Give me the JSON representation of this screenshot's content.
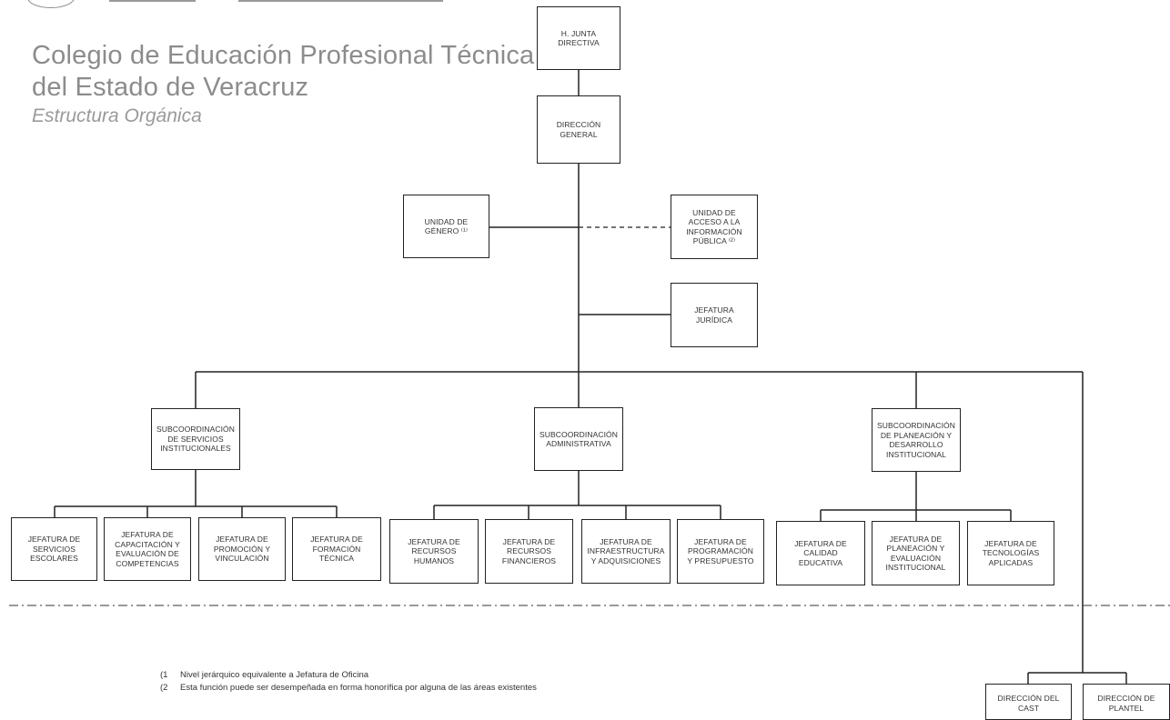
{
  "header": {
    "title_line1": "Colegio de Educación Profesional Técnica",
    "title_line2": "del Estado de Veracruz",
    "subtitle": "Estructura Orgánica"
  },
  "boxes": {
    "junta": "H. JUNTA\nDIRECTIVA",
    "direccion_general": "DIRECCIÓN\nGENERAL",
    "genero": "UNIDAD DE\nGÉNERO ⁽¹⁾",
    "acceso": "UNIDAD DE\nACCESO A LA\nINFORMACIÓN\nPÚBLICA ⁽²⁾",
    "juridica": "JEFATURA\nJURÍDICA",
    "sub_servicios": "SUBCOORDINACIÓN\nDE SERVICIOS\nINSTITUCIONALES",
    "sub_admin": "SUBCOORDINACIÓN\nADMINISTRATIVA",
    "sub_planeacion": "SUBCOORDINACIÓN\nDE PLANEACIÓN Y\nDESARROLLO\nINSTITUCIONAL",
    "j_escolares": "JEFATURA DE\nSERVICIOS\nESCOLARES",
    "j_capacitacion": "JEFATURA DE\nCAPACITACIÓN Y\nEVALUACIÓN DE\nCOMPETENCIAS",
    "j_promocion": "JEFATURA DE\nPROMOCIÓN Y\nVINCULACIÓN",
    "j_formacion": "JEFATURA DE\nFORMACIÓN\nTÉCNICA",
    "j_humanos": "JEFATURA DE\nRECURSOS\nHUMANOS",
    "j_financieros": "JEFATURA DE\nRECURSOS\nFINANCIEROS",
    "j_infra": "JEFATURA DE\nINFRAESTRUCTURA\nY ADQUISICIONES",
    "j_programacion": "JEFATURA DE\nPROGRAMACIÓN\nY PRESUPUESTO",
    "j_calidad": "JEFATURA DE\nCALIDAD\nEDUCATIVA",
    "j_planeacion": "JEFATURA DE\nPLANEACIÓN Y\nEVALUACIÓN\nINSTITUCIONAL",
    "j_tecnologias": "JEFATURA DE\nTECNOLOGÍAS\nAPLICADAS",
    "d_cast": "DIRECCIÓN DEL\nCAST",
    "d_plantel": "DIRECCIÓN DE\nPLANTEL"
  },
  "footnotes": [
    {
      "marker": "(1",
      "text": "Nivel jerárquico equivalente a Jefatura de Oficina"
    },
    {
      "marker": "(2",
      "text": "Esta función puede ser desempeñada en forma honorífica por alguna de las áreas existentes"
    }
  ]
}
